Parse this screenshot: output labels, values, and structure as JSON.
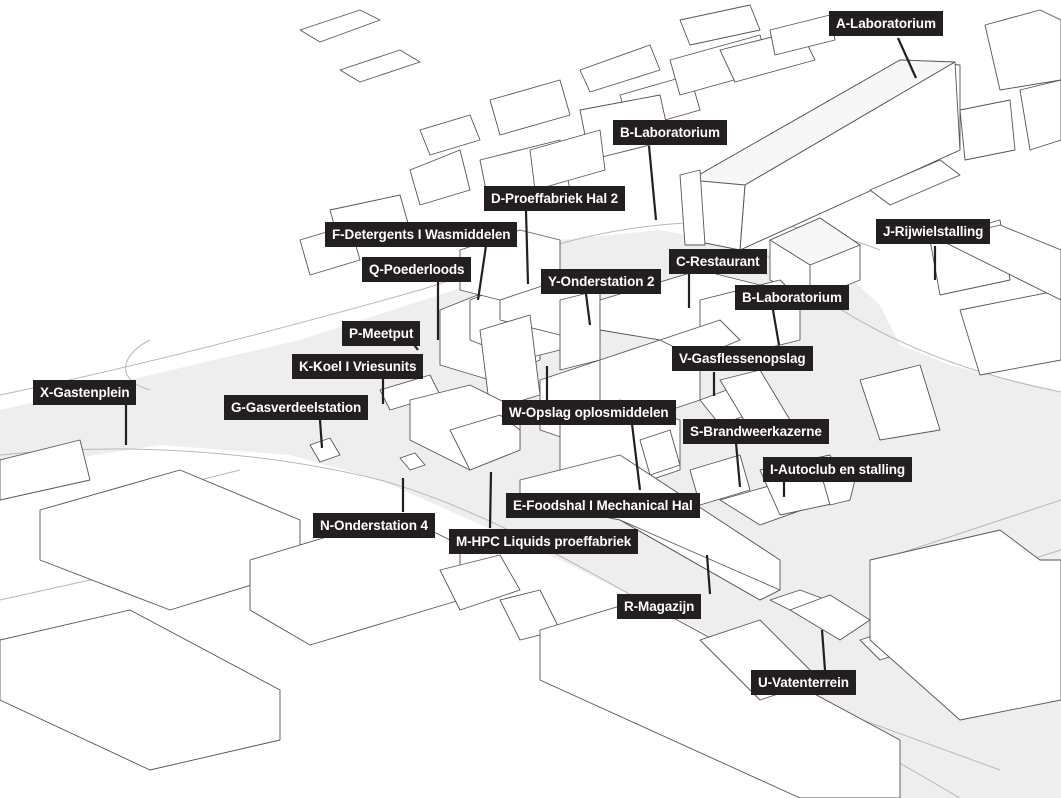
{
  "labels": {
    "a_lab": "A-Laboratorium",
    "b_lab_top": "B-Laboratorium",
    "d_proef": "D-Proeffabriek Hal 2",
    "f_det": "F-Detergents I Wasmiddelen",
    "q_poeder": "Q-Poederloods",
    "y_ond2": "Y-Onderstation 2",
    "c_rest": "C-Restaurant",
    "b_lab_mid": "B-Laboratorium",
    "j_rijwiel": "J-Rijwielstalling",
    "p_meetput": "P-Meetput",
    "k_koel": "K-Koel I Vriesunits",
    "v_gas": "V-Gasflessenopslag",
    "x_gasten": "X-Gastenplein",
    "g_gasverdeel": "G-Gasverdeelstation",
    "w_opslag": "W-Opslag oplosmiddelen",
    "s_brand": "S-Brandweerkazerne",
    "i_auto": "I-Autoclub en stalling",
    "e_food": "E-Foodshal I Mechanical Hal",
    "n_ond4": "N-Onderstation 4",
    "m_hpc": "M-HPC Liquids proeffabriek",
    "r_mag": "R-Magazijn",
    "u_vaten": "U-Vatenterrein"
  },
  "colors": {
    "label_bg": "#231f20",
    "label_text": "#ffffff",
    "ground": "#eeeeee",
    "building_fill": "#ffffff",
    "building_stroke": "#555555",
    "leader": "#231f20"
  }
}
